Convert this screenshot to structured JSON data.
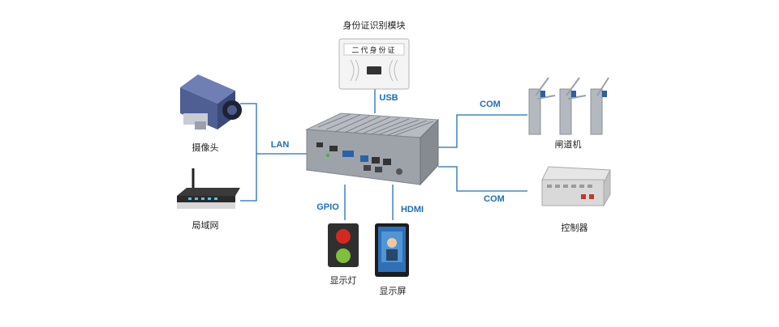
{
  "colors": {
    "line": "#1e6fb5",
    "label_text": "#222222",
    "connector_text": "#1e6fb5"
  },
  "nodes": {
    "id_module": {
      "label": "身份证识别模块",
      "card_text": "二代身份证"
    },
    "camera": {
      "label": "摄像头"
    },
    "lan_router": {
      "label": "局域网"
    },
    "indicator_light": {
      "label": "显示灯"
    },
    "display_screen": {
      "label": "显示屏"
    },
    "turnstile": {
      "label": "闸道机"
    },
    "controller": {
      "label": "控制器"
    }
  },
  "connections": {
    "usb": "USB",
    "lan": "LAN",
    "gpio": "GPIO",
    "hdmi": "HDMI",
    "com_top": "COM",
    "com_bottom": "COM"
  }
}
